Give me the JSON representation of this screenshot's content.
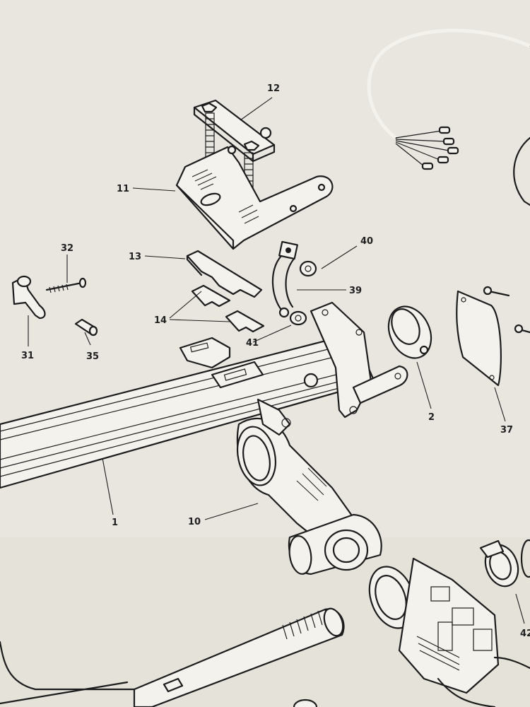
{
  "diagram": {
    "colors": {
      "paper": "#e9e6df",
      "ink": "#1c1c1c"
    },
    "part_labels": [
      {
        "id": "p1",
        "text": "1"
      },
      {
        "id": "p2",
        "text": "2"
      },
      {
        "id": "p10",
        "text": "10"
      },
      {
        "id": "p11",
        "text": "11"
      },
      {
        "id": "p12",
        "text": "12"
      },
      {
        "id": "p13",
        "text": "13"
      },
      {
        "id": "p14",
        "text": "14"
      },
      {
        "id": "p31",
        "text": "31"
      },
      {
        "id": "p32",
        "text": "32"
      },
      {
        "id": "p35",
        "text": "35"
      },
      {
        "id": "p37",
        "text": "37"
      },
      {
        "id": "p39",
        "text": "39"
      },
      {
        "id": "p40",
        "text": "40"
      },
      {
        "id": "p41",
        "text": "41"
      },
      {
        "id": "p42",
        "text": "42"
      }
    ]
  }
}
